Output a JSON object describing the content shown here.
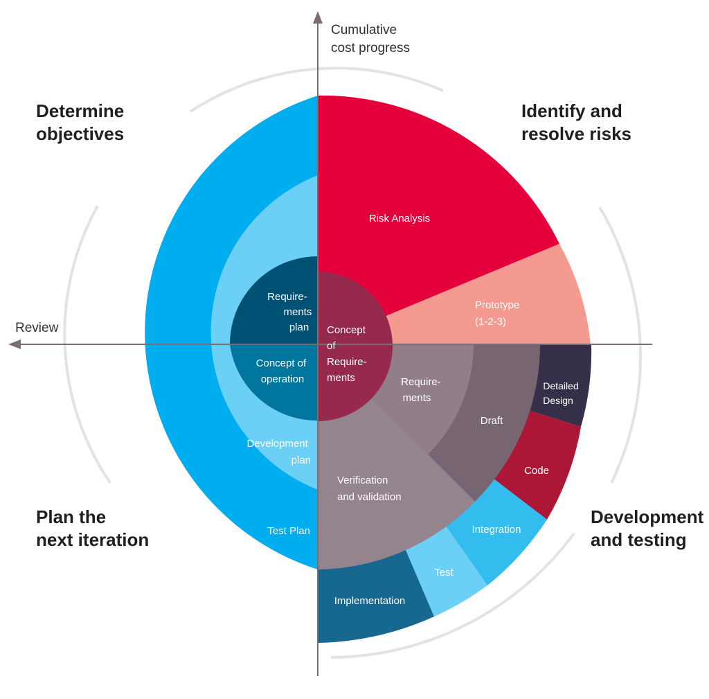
{
  "quadrants": {
    "top_left": [
      "Determine",
      "objectives"
    ],
    "top_right": [
      "Identify and",
      "resolve risks"
    ],
    "bottom_left": [
      "Plan the",
      "next iteration"
    ],
    "bottom_right": [
      "Development",
      "and testing"
    ]
  },
  "axes": {
    "vertical": [
      "Cumulative",
      "cost progress"
    ],
    "horizontal": "Review"
  },
  "segments": {
    "requirements_plan": [
      "Require-",
      "ments",
      "plan"
    ],
    "concept_of_operation": [
      "Concept of",
      "operation"
    ],
    "concept_of_requirements": [
      "Concept",
      "of",
      "Require-",
      "ments"
    ],
    "development_plan": [
      "Development",
      "plan"
    ],
    "test_plan": "Test Plan",
    "risk_analysis": "Risk Analysis",
    "prototype": [
      "Prototype",
      "(1-2-3)"
    ],
    "requirements": [
      "Require-",
      "ments"
    ],
    "draft": "Draft",
    "detailed_design": [
      "Detailed",
      "Design"
    ],
    "code": "Code",
    "verification": [
      "Verification",
      "and validation"
    ],
    "integration": "Integration",
    "test": "Test",
    "implementation": "Implementation"
  },
  "colors": {
    "blue_outer": "#00adee",
    "blue_mid": "#6ccff6",
    "blue_dark": "#005274",
    "blue_core": "#00769f",
    "red_core": "#962a4e",
    "red": "#e4003b",
    "salmon": "#f49a91",
    "mauve_inner": "#917e89",
    "mauve_mid": "#776571",
    "navy": "#352f4a",
    "crimson": "#ad1736",
    "sky": "#33bdee",
    "light_sky": "#6ccff6",
    "gray_lilac": "#94848e",
    "steel_blue": "#176891",
    "axis": "#7a6e73",
    "arc_gray": "#e3e3e3"
  }
}
